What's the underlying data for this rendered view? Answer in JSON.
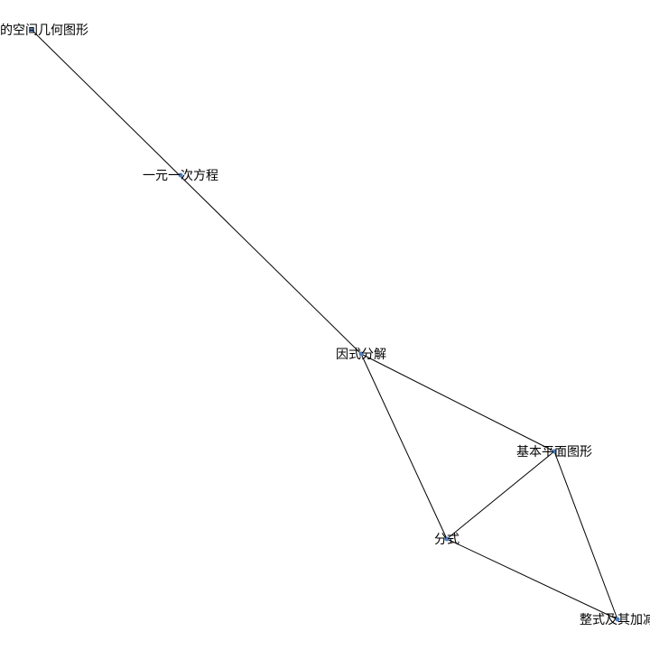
{
  "graph": {
    "node_color": "#4c7fbf",
    "edge_color": "#000000",
    "nodes": [
      {
        "id": "n1",
        "label": "简单的空间几何图形"
      },
      {
        "id": "n2",
        "label": "一元一次方程"
      },
      {
        "id": "n3",
        "label": "因式分解"
      },
      {
        "id": "n4",
        "label": "基本平面图形"
      },
      {
        "id": "n5",
        "label": "分式"
      },
      {
        "id": "n6",
        "label": "整式及其加减"
      }
    ],
    "edges": [
      {
        "source": "n1",
        "target": "n3"
      },
      {
        "source": "n3",
        "target": "n4"
      },
      {
        "source": "n3",
        "target": "n5"
      },
      {
        "source": "n4",
        "target": "n5"
      },
      {
        "source": "n4",
        "target": "n6"
      },
      {
        "source": "n5",
        "target": "n6"
      }
    ]
  }
}
